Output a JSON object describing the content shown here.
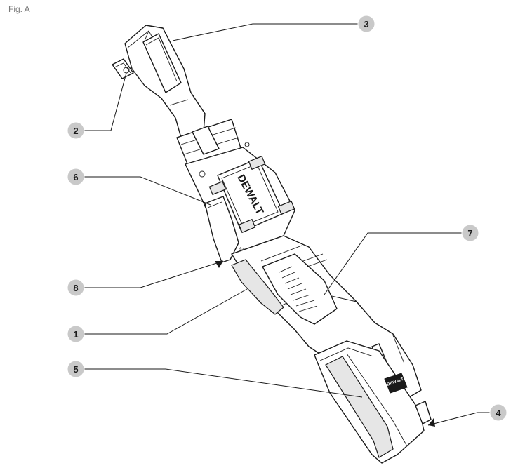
{
  "figure": {
    "label": "Fig. A"
  },
  "brand": {
    "logo_text": "DEWALT",
    "battery_badge": "DEWALT"
  },
  "callouts": [
    {
      "number": "1"
    },
    {
      "number": "2"
    },
    {
      "number": "3"
    },
    {
      "number": "4"
    },
    {
      "number": "5"
    },
    {
      "number": "6"
    },
    {
      "number": "7"
    },
    {
      "number": "8"
    }
  ]
}
